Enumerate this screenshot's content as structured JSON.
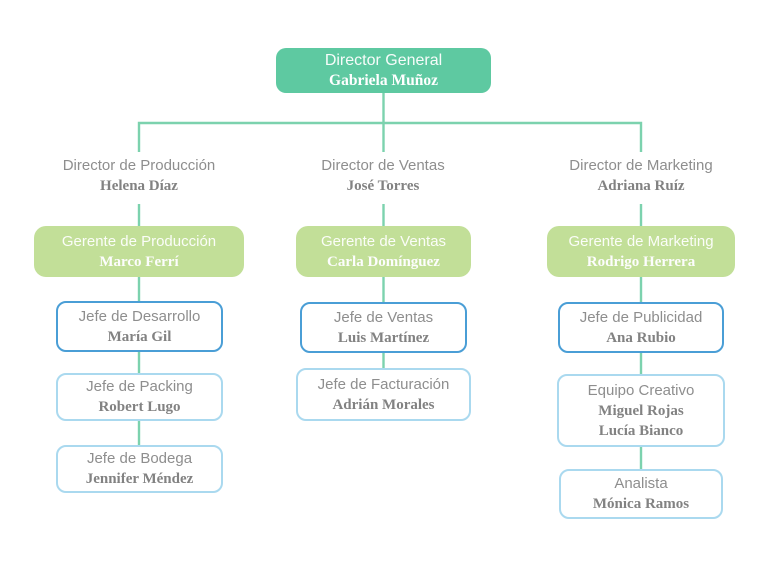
{
  "org": {
    "root": {
      "title": "Director General",
      "names": [
        "Gabriela Muñoz"
      ]
    },
    "columns": [
      {
        "director": {
          "title": "Director de Producción",
          "names": [
            "Helena Díaz"
          ]
        },
        "manager": {
          "title": "Gerente de Producción",
          "names": [
            "Marco Ferrí"
          ]
        },
        "reports": [
          {
            "title": "Jefe de Desarrollo",
            "names": [
              "María Gil"
            ]
          },
          {
            "title": "Jefe de Packing",
            "names": [
              "Robert Lugo"
            ]
          },
          {
            "title": "Jefe de Bodega",
            "names": [
              "Jennifer Méndez"
            ]
          }
        ]
      },
      {
        "director": {
          "title": "Director de Ventas",
          "names": [
            "José Torres"
          ]
        },
        "manager": {
          "title": "Gerente de Ventas",
          "names": [
            "Carla Domínguez"
          ]
        },
        "reports": [
          {
            "title": "Jefe de Ventas",
            "names": [
              "Luis Martínez"
            ]
          },
          {
            "title": "Jefe de Facturación",
            "names": [
              "Adrián Morales"
            ]
          }
        ]
      },
      {
        "director": {
          "title": "Director de Marketing",
          "names": [
            "Adriana Ruíz"
          ]
        },
        "manager": {
          "title": "Gerente de Marketing",
          "names": [
            "Rodrigo Herrera"
          ]
        },
        "reports": [
          {
            "title": "Jefe de Publicidad",
            "names": [
              "Ana Rubio"
            ]
          },
          {
            "title": "Equipo Creativo",
            "names": [
              "Miguel Rojas",
              "Lucía Bianco"
            ]
          },
          {
            "title": "Analista",
            "names": [
              "Mónica Ramos"
            ]
          }
        ]
      }
    ]
  },
  "colors": {
    "root_fill": "#5ec9a1",
    "manager_fill": "#c2df98",
    "connector": "#7cd2ae",
    "head_border": "#4a9ed6",
    "sub_border": "#aad9ef",
    "title_text": "#8e8e8e",
    "name_text": "#828282"
  }
}
